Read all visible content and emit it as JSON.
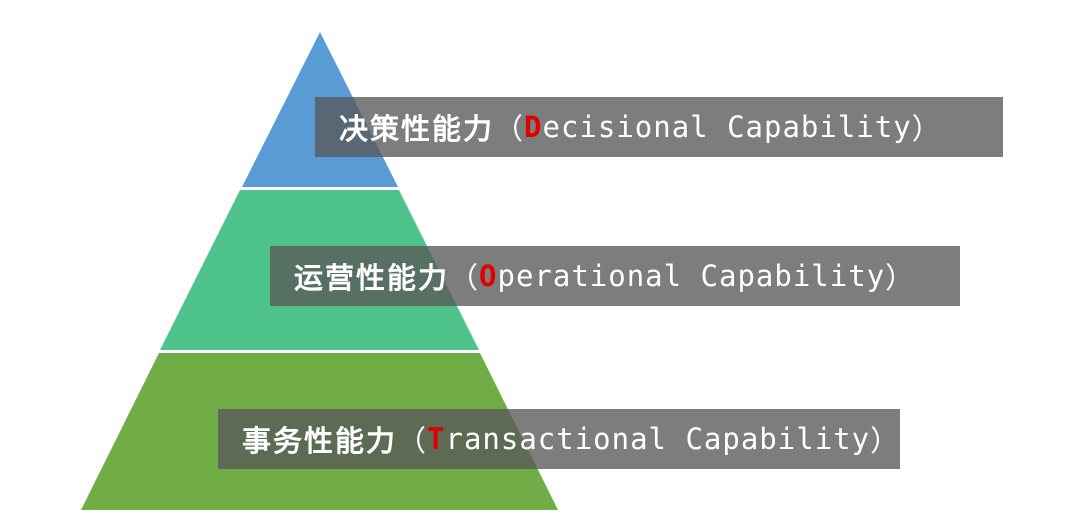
{
  "levels": [
    {
      "zh": "决策性能力",
      "open_paren": "（",
      "initial": "D",
      "rest": "ecisional Capability",
      "close_paren": "）",
      "color": "#5b9bd5"
    },
    {
      "zh": "运营性能力",
      "open_paren": "（",
      "initial": "O",
      "rest": "perational Capability",
      "close_paren": "）",
      "color": "#4ec38b"
    },
    {
      "zh": "事务性能力",
      "open_paren": "（",
      "initial": "T",
      "rest": "ransactional Capability",
      "close_paren": "）",
      "color": "#70ad47"
    }
  ],
  "colors": {
    "initial_highlight": "#e00000",
    "label_background": "#595959",
    "label_text": "#ffffff"
  }
}
